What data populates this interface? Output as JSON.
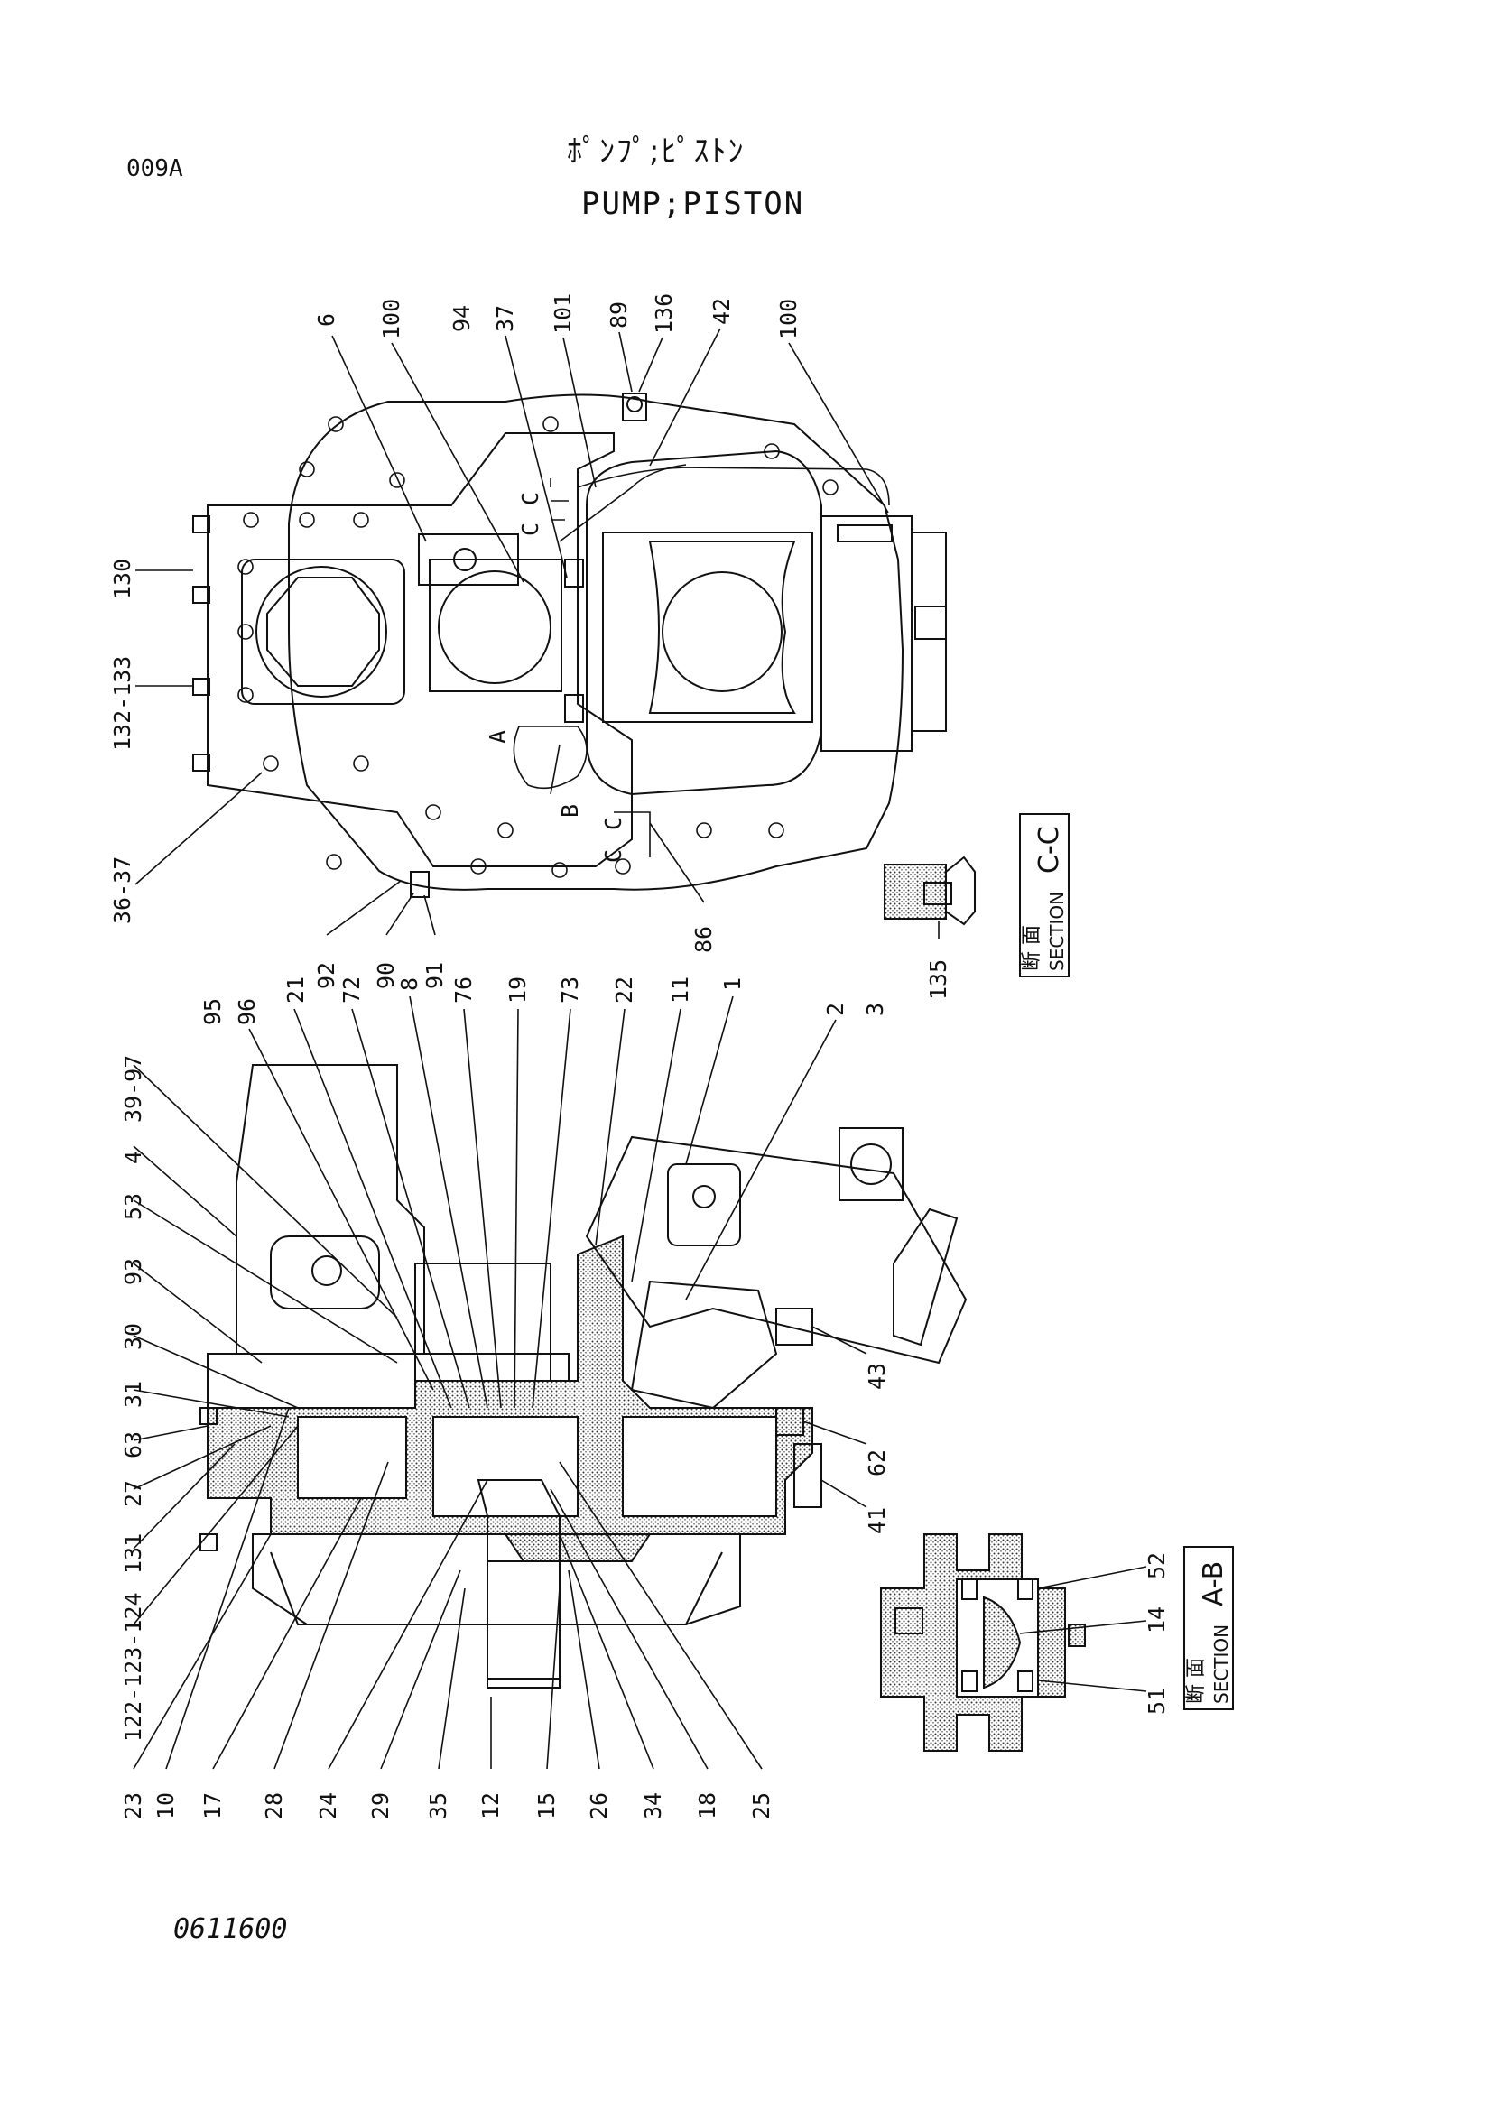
{
  "header": {
    "page_code": "009A",
    "title_jp": "ﾎﾟﾝﾌﾟ;ﾋﾟｽﾄﾝ",
    "title_en": "PUMP;PISTON"
  },
  "footer": {
    "drawing_number": "0611600"
  },
  "sections": {
    "cc": {
      "jp": "断 面",
      "en": "SECTION",
      "id": "C-C"
    },
    "ab": {
      "jp": "断 面",
      "en": "SECTION",
      "id": "A-B"
    }
  },
  "callouts": {
    "top_view": [
      "6",
      "100",
      "94",
      "37",
      "101",
      "89",
      "136",
      "42",
      "100",
      "130",
      "132-133",
      "36-37",
      "92",
      "90",
      "91",
      "86",
      "C",
      "C",
      "C",
      "C",
      "A",
      "B"
    ],
    "section_cc": [
      "135"
    ],
    "side_view_upper": [
      "95",
      "96",
      "21",
      "72",
      "8",
      "76",
      "19",
      "73",
      "22",
      "11",
      "1",
      "2",
      "3",
      "39-97",
      "4",
      "53",
      "93",
      "30",
      "31",
      "63",
      "27",
      "131",
      "122-123-124",
      "43",
      "62",
      "41"
    ],
    "side_view_lower": [
      "23",
      "10",
      "17",
      "28",
      "24",
      "29",
      "35",
      "12",
      "15",
      "26",
      "34",
      "18",
      "25"
    ],
    "section_ab": [
      "52",
      "14",
      "51"
    ]
  }
}
